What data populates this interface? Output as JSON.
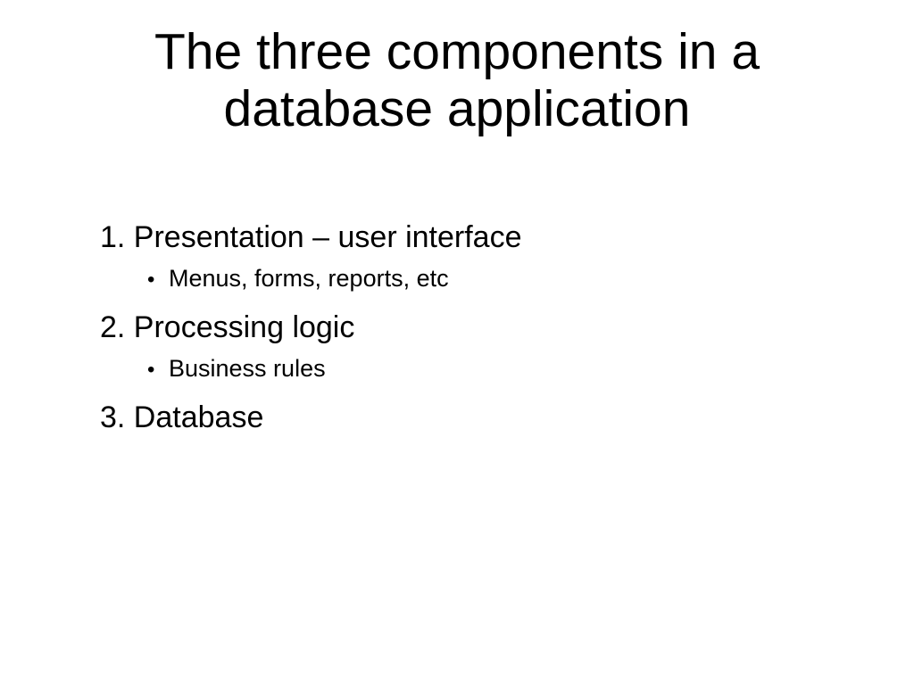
{
  "slide": {
    "title_lines": [
      "The three components in a",
      "database application"
    ],
    "items": [
      {
        "label": "1. Presentation – user interface",
        "subitems": [
          {
            "bullet": "•",
            "text": "Menus, forms, reports, etc"
          }
        ]
      },
      {
        "label": "2. Processing logic",
        "subitems": [
          {
            "bullet": "•",
            "text": "Business rules"
          }
        ]
      },
      {
        "label": "3. Database",
        "subitems": []
      }
    ],
    "colors": {
      "background": "#ffffff",
      "text": "#000000"
    }
  }
}
